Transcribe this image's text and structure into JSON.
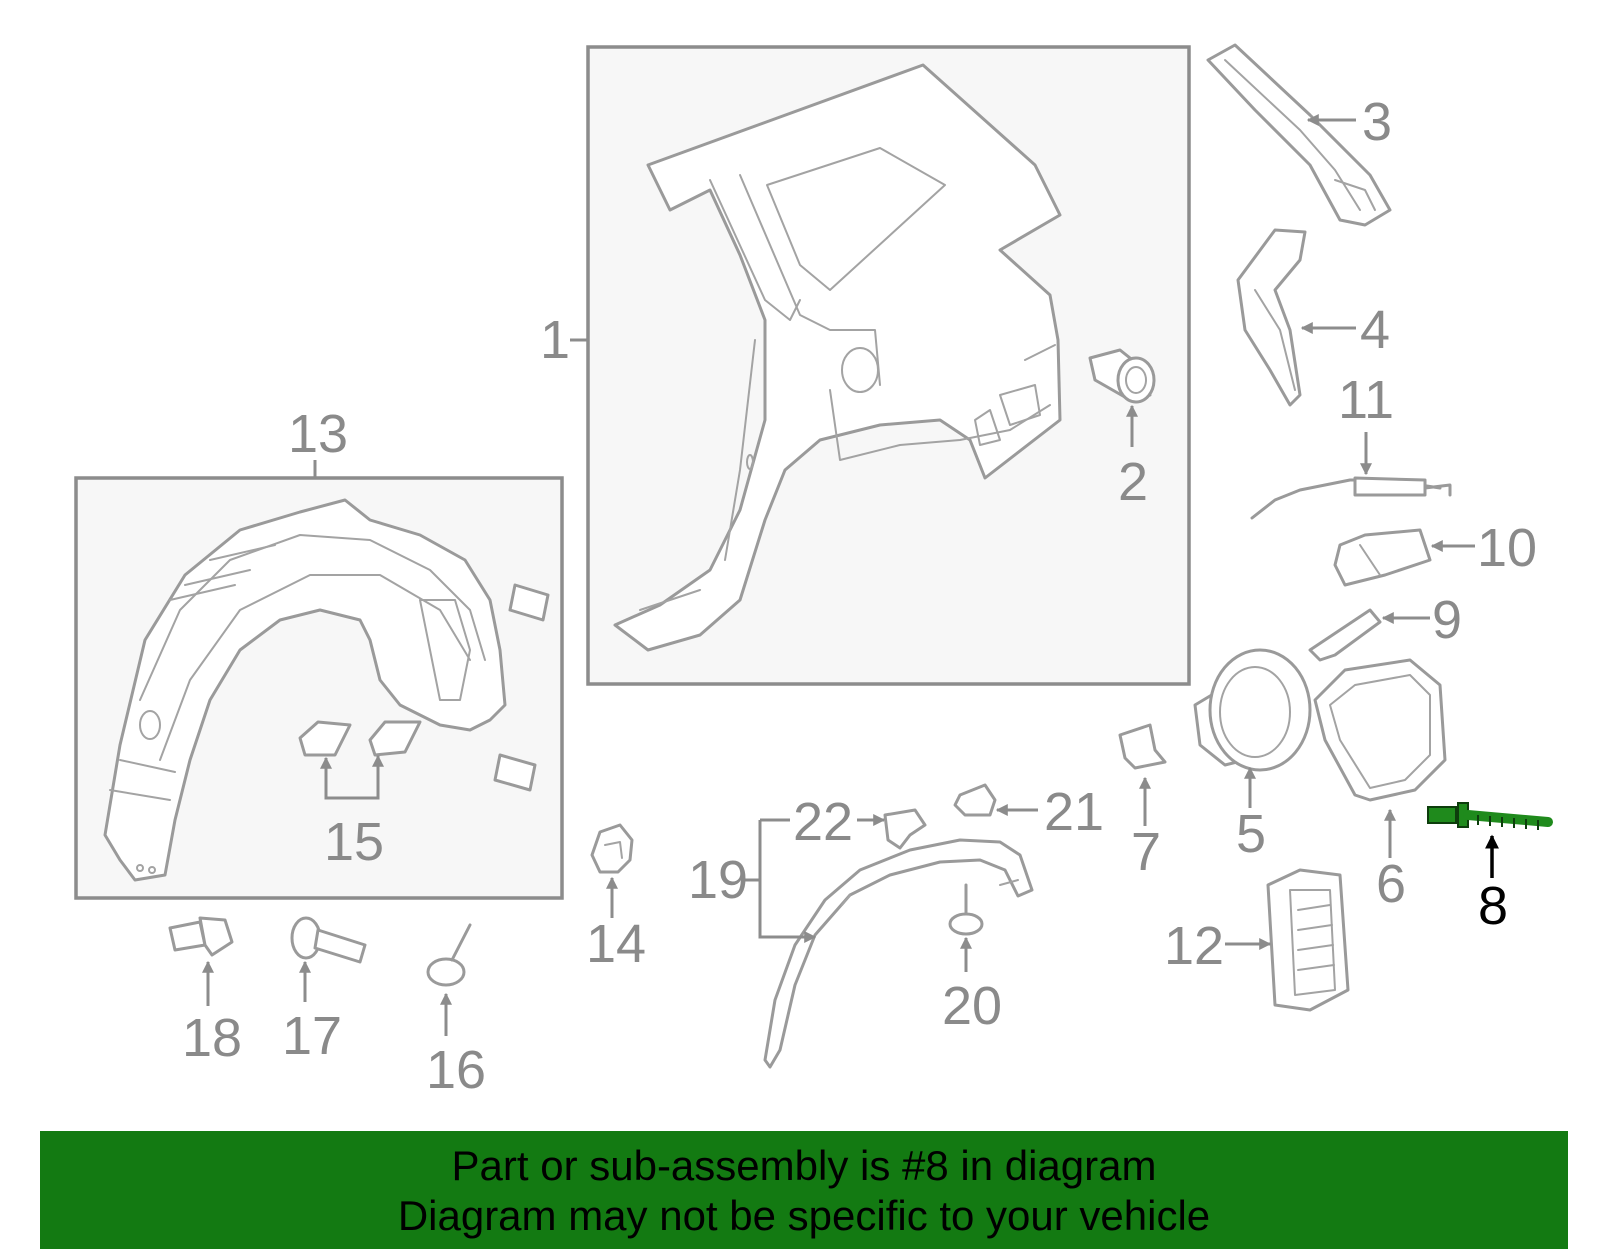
{
  "callouts": {
    "n1": "1",
    "n2": "2",
    "n3": "3",
    "n4": "4",
    "n5": "5",
    "n6": "6",
    "n7": "7",
    "n8": "8",
    "n9": "9",
    "n10": "10",
    "n11": "11",
    "n12": "12",
    "n13": "13",
    "n14": "14",
    "n15": "15",
    "n16": "16",
    "n17": "17",
    "n18": "18",
    "n19": "19",
    "n20": "20",
    "n21": "21",
    "n22": "22"
  },
  "highlight": {
    "part": "8",
    "color": "#1f8a1c"
  },
  "banner": {
    "line1": "Part or sub-assembly is #8 in diagram",
    "line2": "Diagram may not be specific to your vehicle",
    "background": "#137a12"
  }
}
